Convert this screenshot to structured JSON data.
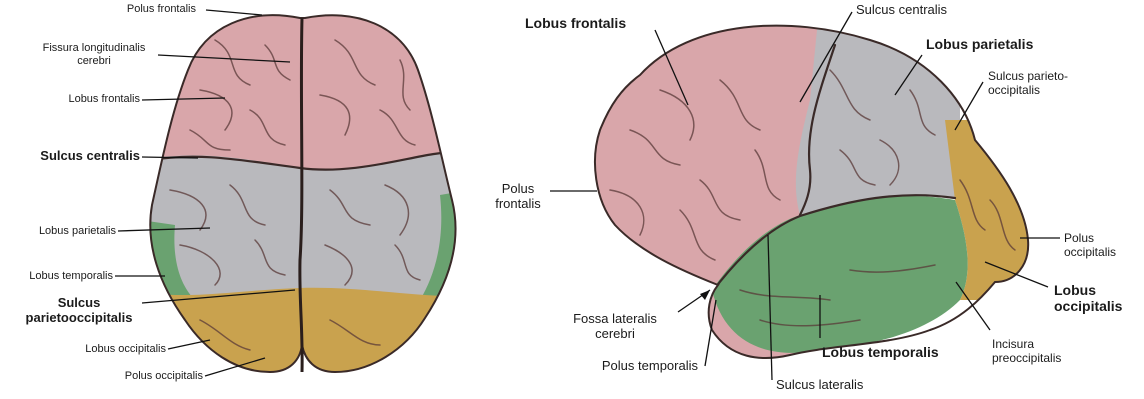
{
  "colors": {
    "frontal": "#d9a6aa",
    "parietal": "#b9b9bd",
    "temporal": "#6aa270",
    "occipital": "#c9a24e",
    "outline": "#3a2a28"
  },
  "top_view": {
    "labels": {
      "polus_frontalis": "Polus frontalis",
      "fissura_longitudinalis": [
        "Fissura longitudinalis",
        "cerebri"
      ],
      "lobus_frontalis": "Lobus frontalis",
      "sulcus_centralis": "Sulcus centralis",
      "lobus_parietalis": "Lobus parietalis",
      "lobus_temporalis": "Lobus temporalis",
      "sulcus_parietooccipitalis": [
        "Sulcus",
        "parietooccipitalis"
      ],
      "lobus_occipitalis": "Lobus occipitalis",
      "polus_occipitalis": "Polus occipitalis"
    }
  },
  "side_view": {
    "labels": {
      "lobus_frontalis": "Lobus frontalis",
      "sulcus_centralis": "Sulcus centralis",
      "lobus_parietalis": "Lobus parietalis",
      "sulcus_parieto_occipitalis": [
        "Sulcus parieto-",
        "occipitalis"
      ],
      "polus_frontalis": [
        "Polus",
        "frontalis"
      ],
      "polus_occipitalis": [
        "Polus",
        "occipitalis"
      ],
      "lobus_occipitalis": [
        "Lobus",
        "occipitalis"
      ],
      "fossa_lateralis": [
        "Fossa lateralis",
        "cerebri"
      ],
      "polus_temporalis": "Polus temporalis",
      "lobus_temporalis": "Lobus temporalis",
      "incisura_preoccipitalis": [
        "Incisura",
        "preoccipitalis"
      ],
      "sulcus_lateralis": "Sulcus lateralis"
    }
  }
}
